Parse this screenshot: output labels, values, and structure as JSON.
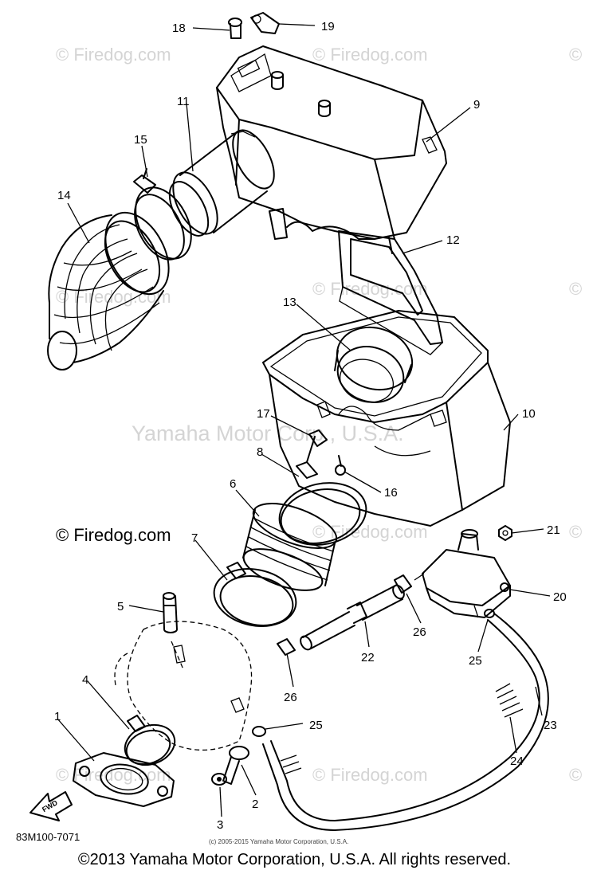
{
  "diagram": {
    "callouts": {
      "c1": "1",
      "c2": "2",
      "c3": "3",
      "c4": "4",
      "c5": "5",
      "c6": "6",
      "c7": "7",
      "c8": "8",
      "c9": "9",
      "c10": "10",
      "c11": "11",
      "c12": "12",
      "c13": "13",
      "c14": "14",
      "c15": "15",
      "c16": "16",
      "c17": "17",
      "c18": "18",
      "c19": "19",
      "c20": "20",
      "c21": "21",
      "c22": "22",
      "c23": "23",
      "c24": "24",
      "c25a": "25",
      "c25b": "25",
      "c26a": "26",
      "c26b": "26"
    },
    "fwd_label": "FWD",
    "ref_number": "83M100-7071",
    "small_copyright": "(c) 2005-2015 Yamaha Motor Corporation, U.S.A.",
    "center_watermark": "Yamaha Motor Corp., U.S.A.",
    "watermarks": {
      "w1": "© Firedog.com",
      "w2": "© Firedog.com",
      "w3": "©",
      "w4": "© Firedog.com",
      "w5": "© Firedog.com",
      "w6": "©",
      "w7": "© Firedog.com",
      "w8": "© Firedog.com",
      "w9": "©",
      "w10": "© Firedog.com",
      "w11": "© Firedog.com",
      "w12": "©"
    },
    "main_watermark": "© Firedog.com"
  },
  "footer": {
    "copyright": "©2013 Yamaha Motor Corporation, U.S.A. All rights reserved."
  },
  "colors": {
    "ink": "#000000",
    "watermark": "#d4d4d4",
    "background": "#ffffff"
  }
}
